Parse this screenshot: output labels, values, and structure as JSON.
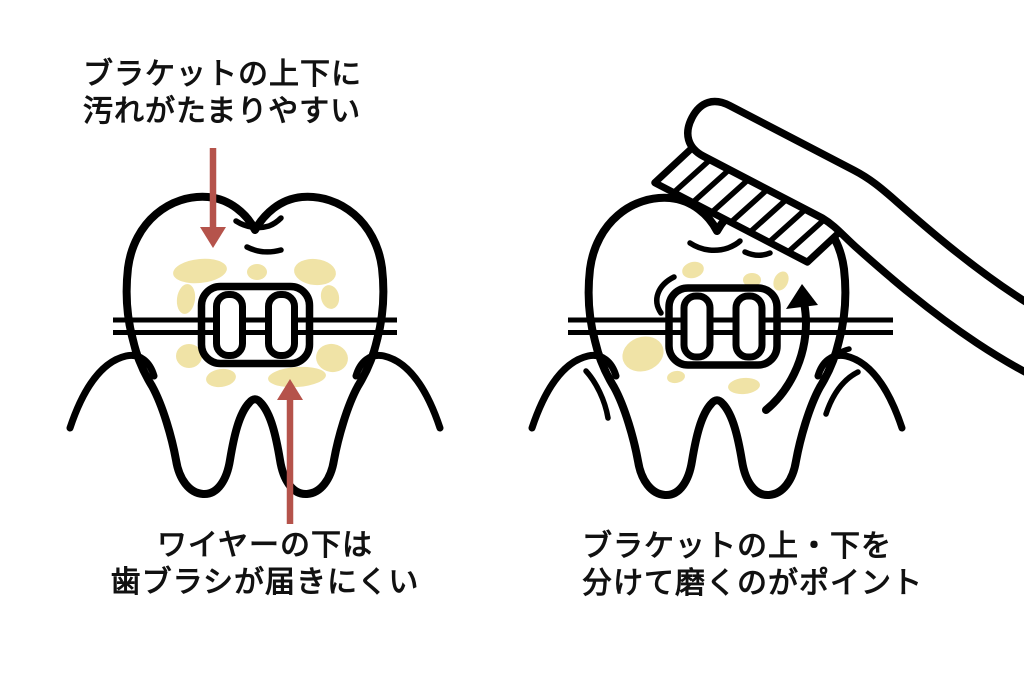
{
  "colors": {
    "background": "#ffffff",
    "outline": "#000000",
    "text": "#111111",
    "plaque": "#f0e3a6",
    "arrow_red": "#b5534b"
  },
  "labels": {
    "bracket_dirt": {
      "line1": "ブラケットの上下に",
      "line2": "汚れがたまりやすい"
    },
    "wire_hard_to_reach": {
      "line1": "ワイヤーの下は",
      "line2": "歯ブラシが届きにくい"
    },
    "brushing_tip": {
      "line1": "ブラケットの上・下を",
      "line2": "分けて磨くのがポイント"
    }
  }
}
